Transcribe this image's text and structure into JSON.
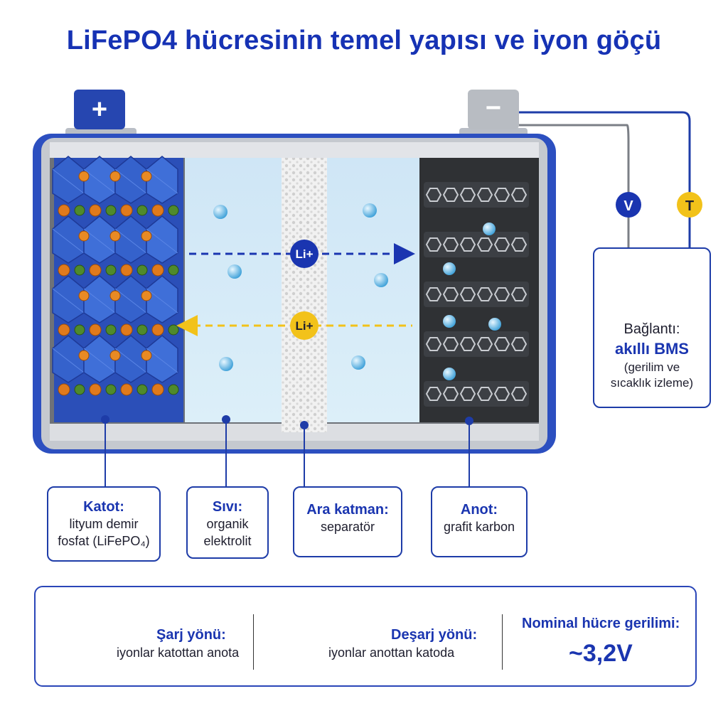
{
  "title": "LiFePO4 hücresinin temel yapısı ve iyon göçü",
  "terminals": {
    "positive": "+",
    "negative": "−"
  },
  "sensors": {
    "voltage": "V",
    "temperature": "T"
  },
  "ions": {
    "charge": "Li+",
    "discharge": "Li+"
  },
  "labels": {
    "katot": {
      "title": "Katot:",
      "line1": "lityum demir",
      "line2": "fosfat (LiFePO₄)"
    },
    "sivi": {
      "title": "Sıvı:",
      "line1": "organik",
      "line2": "elektrolit"
    },
    "ara": {
      "title": "Ara katman:",
      "line1": "separatör"
    },
    "anot": {
      "title": "Anot:",
      "line1": "grafit karbon"
    },
    "bms": {
      "line1": "Bağlantı:",
      "title": "akıllı BMS",
      "line2": "(gerilim ve",
      "line3": "sıcaklık izleme)"
    }
  },
  "legend": {
    "charge_title": "Şarj yönü:",
    "charge_desc": "iyonlar katottan anota",
    "discharge_title": "Deşarj yönü:",
    "discharge_desc": "iyonlar anottan katoda",
    "nominal_title": "Nominal hücre gerilimi:",
    "nominal_value": "~3,2V"
  },
  "colors": {
    "accent": "#1632b4",
    "charge_arrow": "#1a35b0",
    "discharge_arrow": "#f2c21a",
    "cathode": "#3b67d4",
    "electrolyte": "#d6ebf8",
    "casing": "#c8ccd2"
  }
}
